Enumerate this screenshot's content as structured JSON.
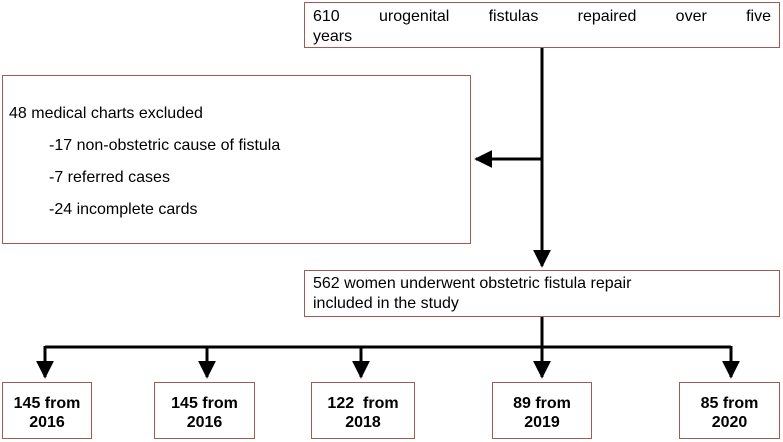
{
  "top_box": {
    "line1": "610 urogenital fistulas repaired over five",
    "line2": "years"
  },
  "excluded_box": {
    "title": "48 medical charts excluded",
    "items": [
      "-17 non-obstetric cause of fistula",
      "-7 referred cases",
      "-24 incomplete cards"
    ]
  },
  "included_box": {
    "line1": "562 women underwent obstetric fistula repair",
    "line2": "included in the study"
  },
  "year_boxes": [
    {
      "line1": "145 from",
      "line2": "2016"
    },
    {
      "line1": "145 from",
      "line2": "2016"
    },
    {
      "line1": "122  from",
      "line2": "2018"
    },
    {
      "line1": "89 from",
      "line2": "2019"
    },
    {
      "line1": "85 from",
      "line2": "2020"
    }
  ],
  "colors": {
    "box_border": "#a35a52",
    "arrow": "#000000"
  }
}
